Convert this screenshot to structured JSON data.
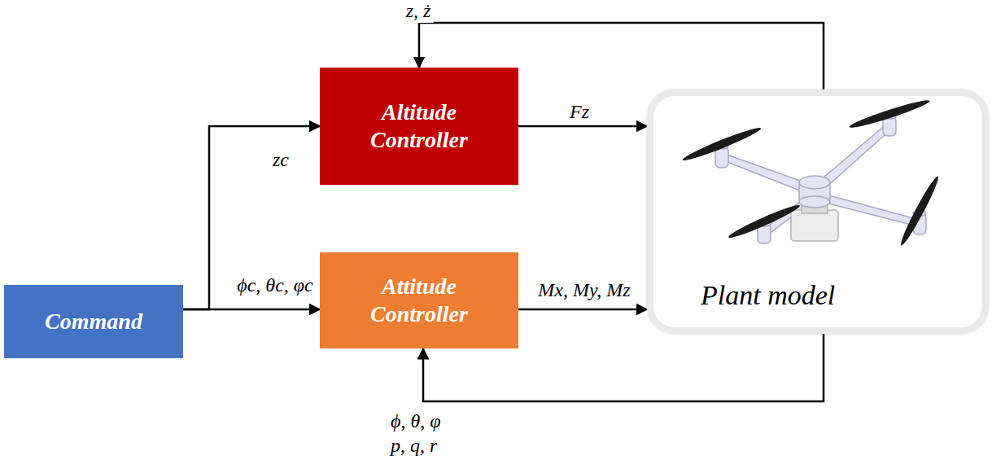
{
  "diagram": {
    "nodes": [
      {
        "text": [
          "Command"
        ]
      },
      {
        "text": [
          "Altitude Controller"
        ]
      },
      {
        "text": [
          "Attitude Controller"
        ]
      },
      {
        "text": [
          "Plant model"
        ]
      }
    ],
    "edges": [
      {
        "from": 0,
        "to": 1,
        "label": "zc",
        "arrow": "to"
      },
      {
        "from": 0,
        "to": 2,
        "label": "ϕc, θc, φc",
        "arrow": "to"
      },
      {
        "from": 1,
        "to": 3,
        "label": "Fz",
        "arrow": "to"
      },
      {
        "from": 2,
        "to": 3,
        "label": "Mx, My, Mz",
        "arrow": "to"
      },
      {
        "from": 3,
        "to": 1,
        "label": "z, ż",
        "arrow": "to"
      },
      {
        "from": 3,
        "to": 2,
        "label": "ϕ, θ, φ p, q, r",
        "arrow": "to"
      }
    ]
  }
}
